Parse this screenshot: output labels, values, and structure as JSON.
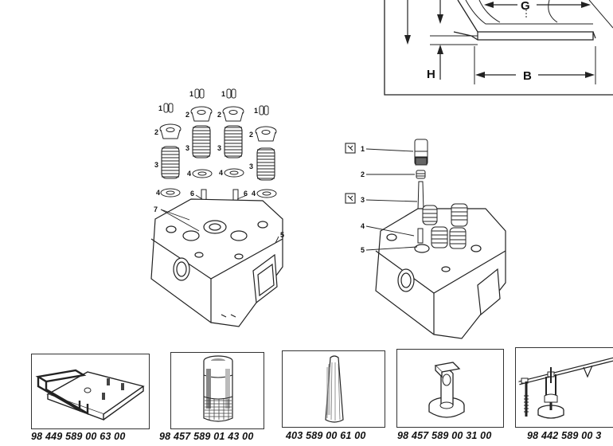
{
  "dimension_diagram": {
    "labels": {
      "g": "G",
      "h": "H",
      "b": "B"
    }
  },
  "exploded_view": {
    "callouts": {
      "c1a": "1",
      "c1b": "1",
      "c1c": "1",
      "c1d": "1",
      "c2a": "2",
      "c2b": "2",
      "c2c": "2",
      "c2d": "2",
      "c3a": "3",
      "c3b": "3",
      "c3c": "3",
      "c3d": "3",
      "c4a": "4",
      "c4b": "4",
      "c4c": "4",
      "c4d": "4",
      "c5": "5",
      "c6a": "6",
      "c6b": "6",
      "c7": "7"
    }
  },
  "tool_view": {
    "callouts": {
      "c1": "1",
      "c2": "2",
      "c3": "3",
      "c4": "4",
      "c5": "5"
    }
  },
  "tools": [
    {
      "part_number": "98 449 589 00 63 00"
    },
    {
      "part_number": "98 457 589 01 43 00"
    },
    {
      "part_number": "403 589 00 61 00"
    },
    {
      "part_number": "98 457 589 00 31 00"
    },
    {
      "part_number": "98 442 589 00 3"
    }
  ]
}
